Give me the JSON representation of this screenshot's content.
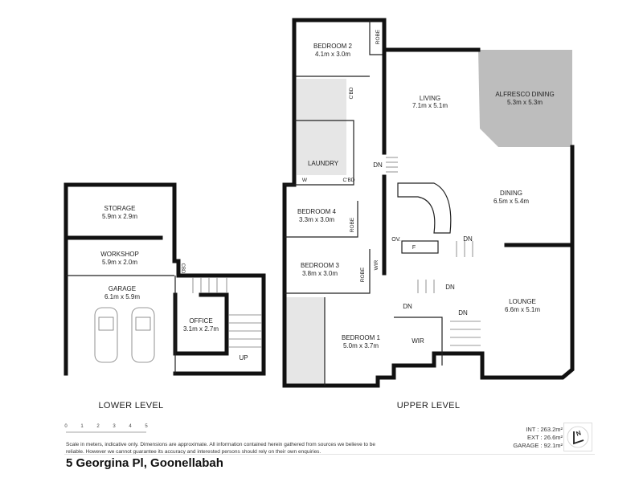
{
  "title": "5 Georgina Pl, Goonellabah",
  "levels": {
    "lower": "LOWER LEVEL",
    "upper": "UPPER LEVEL"
  },
  "rooms": {
    "storage": {
      "name": "STORAGE",
      "dims": "5.9m x 2.9m"
    },
    "workshop": {
      "name": "WORKSHOP",
      "dims": "5.9m x 2.0m"
    },
    "garage": {
      "name": "GARAGE",
      "dims": "6.1m x 5.9m"
    },
    "office": {
      "name": "OFFICE",
      "dims": "3.1m x 2.7m"
    },
    "bedroom2": {
      "name": "BEDROOM 2",
      "dims": "4.1m x 3.0m"
    },
    "living": {
      "name": "LIVING",
      "dims": "7.1m x 5.1m"
    },
    "alfresco": {
      "name": "ALFRESCO DINING",
      "dims": "5.3m x 5.3m"
    },
    "laundry": {
      "name": "LAUNDRY"
    },
    "dining": {
      "name": "DINING",
      "dims": "6.5m x 5.4m"
    },
    "bedroom4": {
      "name": "BEDROOM 4",
      "dims": "3.3m x 3.0m"
    },
    "bedroom3": {
      "name": "BEDROOM 3",
      "dims": "3.8m x 3.0m"
    },
    "lounge": {
      "name": "LOUNGE",
      "dims": "6.6m x 5.1m"
    },
    "bedroom1": {
      "name": "BEDROOM 1",
      "dims": "5.0m x 3.7m"
    }
  },
  "small_labels": {
    "robe": "ROBE",
    "cbd": "C'BD",
    "w": "W",
    "dn": "DN",
    "up": "UP",
    "wir": "WIR",
    "ov": "OV.",
    "f": "F",
    "cbd_rot": "CBD"
  },
  "scale": {
    "ticks": [
      "0",
      "1",
      "2",
      "3",
      "4",
      "5"
    ],
    "unit": "meters"
  },
  "disclaimer": "Scale in meters, indicative only. Dimensions are approximate. All information contained herein gathered from sources we believe to be reliable. However we cannot guarantee its accuracy and interested persons should rely on their own enquiries.",
  "areas": {
    "int": "INT : 263.2m²",
    "ext": "EXT : 26.6m²",
    "garage": "GARAGE : 92.1m²"
  },
  "compass_letter": "N",
  "colors": {
    "walls": "#111111",
    "alfresco_fill": "#bdbdbd",
    "wet_area_fill": "#e6e6e6"
  }
}
